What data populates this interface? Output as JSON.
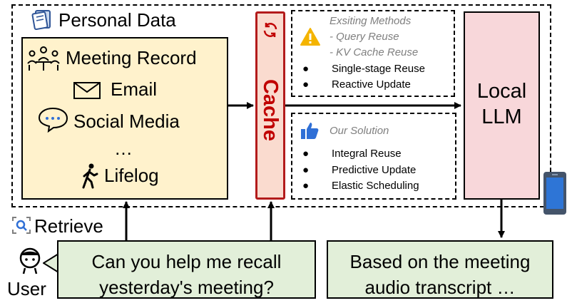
{
  "personal_data": {
    "title": "Personal Data",
    "items": [
      {
        "icon": "meeting-icon",
        "label": "Meeting Record"
      },
      {
        "icon": "email-icon",
        "label": "Email"
      },
      {
        "icon": "chat-icon",
        "label": "Social Media"
      },
      {
        "icon": "",
        "label": "…"
      },
      {
        "icon": "walking-icon",
        "label": "Lifelog"
      }
    ]
  },
  "cache": {
    "label": "Cache",
    "icon": "refresh-icon"
  },
  "existing_methods": {
    "title": "Exsiting Methods",
    "subitems": [
      "- Query Reuse",
      "- KV Cache Reuse"
    ],
    "bullets": [
      "Single-stage Reuse",
      "Reactive Update"
    ],
    "icon": "warning-icon"
  },
  "our_solution": {
    "title": "Our Solution",
    "bullets": [
      "Integral Reuse",
      "Predictive Update",
      "Elastic Scheduling"
    ],
    "icon": "thumbs-up-icon"
  },
  "llm": {
    "line1": "Local",
    "line2": "LLM",
    "icon": "phone-icon"
  },
  "retrieve": {
    "label": "Retrieve",
    "icon": "search-icon"
  },
  "user": {
    "label": "User",
    "icon": "user-icon"
  },
  "question": {
    "line1": "Can you help me recall",
    "line2": "yesterday's meeting?"
  },
  "answer": {
    "line1": "Based on the meeting",
    "line2": "audio transcript …"
  },
  "colors": {
    "personal_data_fill": "#fff2cc",
    "cache_fill": "#fadbcf",
    "cache_border": "#b31b1b",
    "cache_text": "#c00000",
    "llm_fill": "#f8d7da",
    "bubble_fill": "#e2efd9",
    "warning": "#f4b400",
    "thumbs_up": "#2f6fd6"
  }
}
